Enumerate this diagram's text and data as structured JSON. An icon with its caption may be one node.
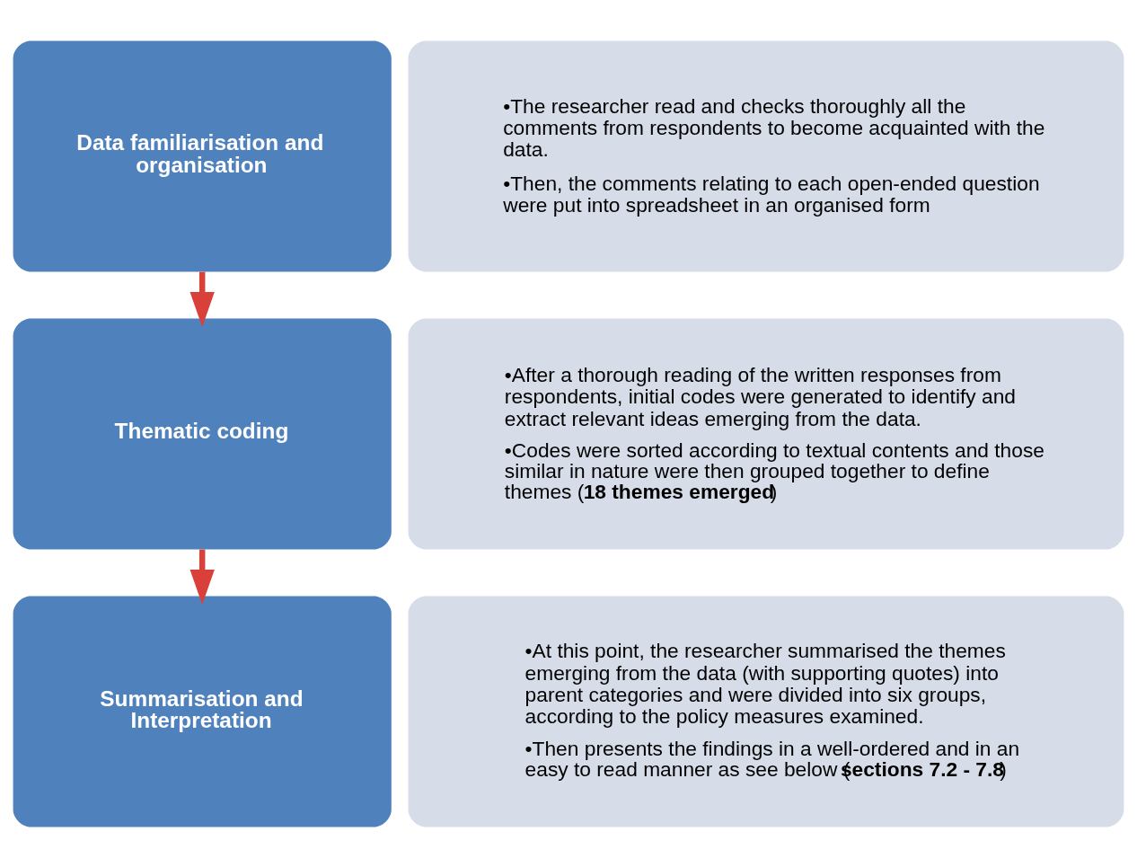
{
  "diagram": {
    "nodes": [
      {
        "text": [
          "Data familiarisation and organisation"
        ]
      },
      {
        "text": [
          "•The researcher read and checks thoroughly all the comments from respondents to become acquainted with the data.",
          "•Then, the comments relating to each open-ended question were put into spreadsheet in an organised form"
        ]
      },
      {
        "text": [
          "Thematic coding"
        ]
      },
      {
        "text": [
          "•After a thorough reading of the written responses from respondents, initial codes were generated to identify and extract relevant ideas emerging from the data.",
          "•Codes were sorted according to textual contents and those similar in nature were then grouped together to define themes (**18 themes emerged**)"
        ]
      },
      {
        "text": [
          "Summarisation and Interpretation"
        ]
      },
      {
        "text": [
          "•At this point, the researcher summarised the themes emerging from the data (with supporting quotes) into parent categories and were divided into six groups, according to the policy measures examined.",
          "•Then presents the findings in a well-ordered and in an easy to read manner as see below (**sections 7.2 - 7.8**)"
        ]
      }
    ],
    "edges": [
      {
        "from": 0,
        "to": 2,
        "arrow": "to"
      },
      {
        "from": 2,
        "to": 4,
        "arrow": "to"
      }
    ]
  }
}
